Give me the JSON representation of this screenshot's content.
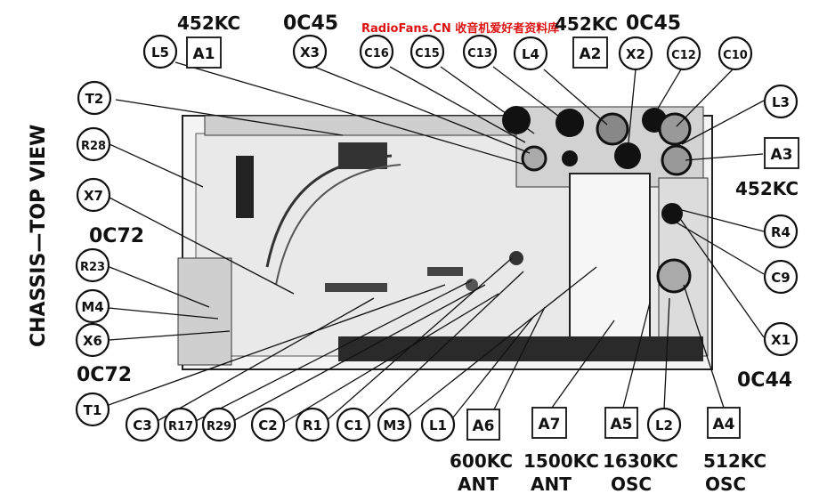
{
  "watermark": "RadioFans.CN 收音机爱好者资料库",
  "side_title": "CHASSIS—TOP VIEW",
  "circle_labels": {
    "L5": "L5",
    "X3": "X3",
    "C16": "C16",
    "C15": "C15",
    "C13": "C13",
    "L4": "L4",
    "X2": "X2",
    "C12": "C12",
    "C10": "C10",
    "T2": "T2",
    "L3": "L3",
    "R28": "R28",
    "X7": "X7",
    "R4": "R4",
    "R23": "R23",
    "C9": "C9",
    "M4": "M4",
    "X6": "X6",
    "X1": "X1",
    "T1": "T1",
    "C3": "C3",
    "R17": "R17",
    "R29": "R29",
    "C2": "C2",
    "R1": "R1",
    "C1": "C1",
    "M3": "M3",
    "L1": "L1",
    "L2": "L2"
  },
  "box_labels": {
    "A1": "A1",
    "A2": "A2",
    "A3": "A3",
    "A6": "A6",
    "A7": "A7",
    "A5": "A5",
    "A4": "A4"
  },
  "notes": {
    "a1_freq": "452KC",
    "x3_type": "0C45",
    "a2_freq": "452KC",
    "x2_type": "0C45",
    "a3_freq": "452KC",
    "x7_type": "0C72",
    "x6_type": "0C72",
    "x1_type": "0C44",
    "a6_freq": "600KC",
    "a6_func": "ANT",
    "a7_freq": "1500KC",
    "a7_func": "ANT",
    "a5_freq": "1630KC",
    "a5_func": "OSC",
    "a4_freq": "512KC",
    "a4_func": "OSC"
  }
}
